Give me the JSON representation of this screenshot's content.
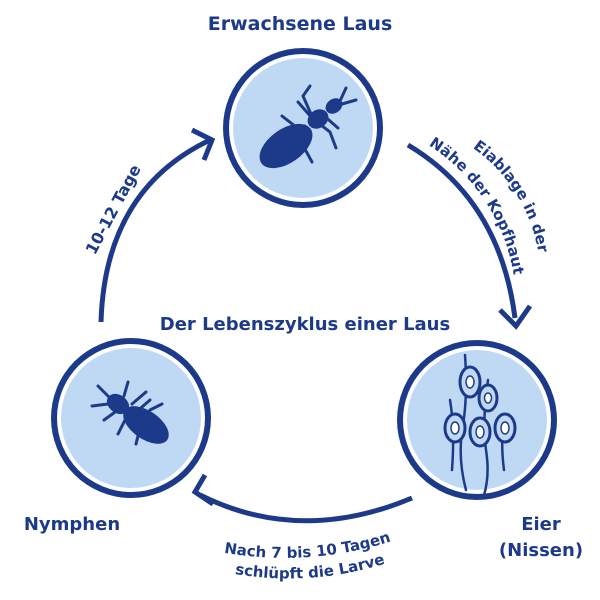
{
  "title": "Der Lebenszyklus einer Laus",
  "stages": {
    "adult": "Erwachsene Laus",
    "eggs_line1": "Eier",
    "eggs_line2": "(Nissen)",
    "nymphs": "Nymphen"
  },
  "transitions": {
    "adult_to_eggs_line1": "Eiablage in der",
    "adult_to_eggs_line2": "Nähe der Kopfhaut",
    "eggs_to_nymphs_line1": "Nach 7 bis 10 Tagen",
    "eggs_to_nymphs_line2": "schlüpft die Larve",
    "nymphs_to_adult": "10-12 Tage"
  },
  "icons": {
    "adult": "adult-louse-icon",
    "eggs": "nits-on-hair-icon",
    "nymphs": "nymph-louse-icon"
  },
  "colors": {
    "primary": "#1d3a8a",
    "circle_fill": "#bfd9f5",
    "background": "#ffffff"
  }
}
